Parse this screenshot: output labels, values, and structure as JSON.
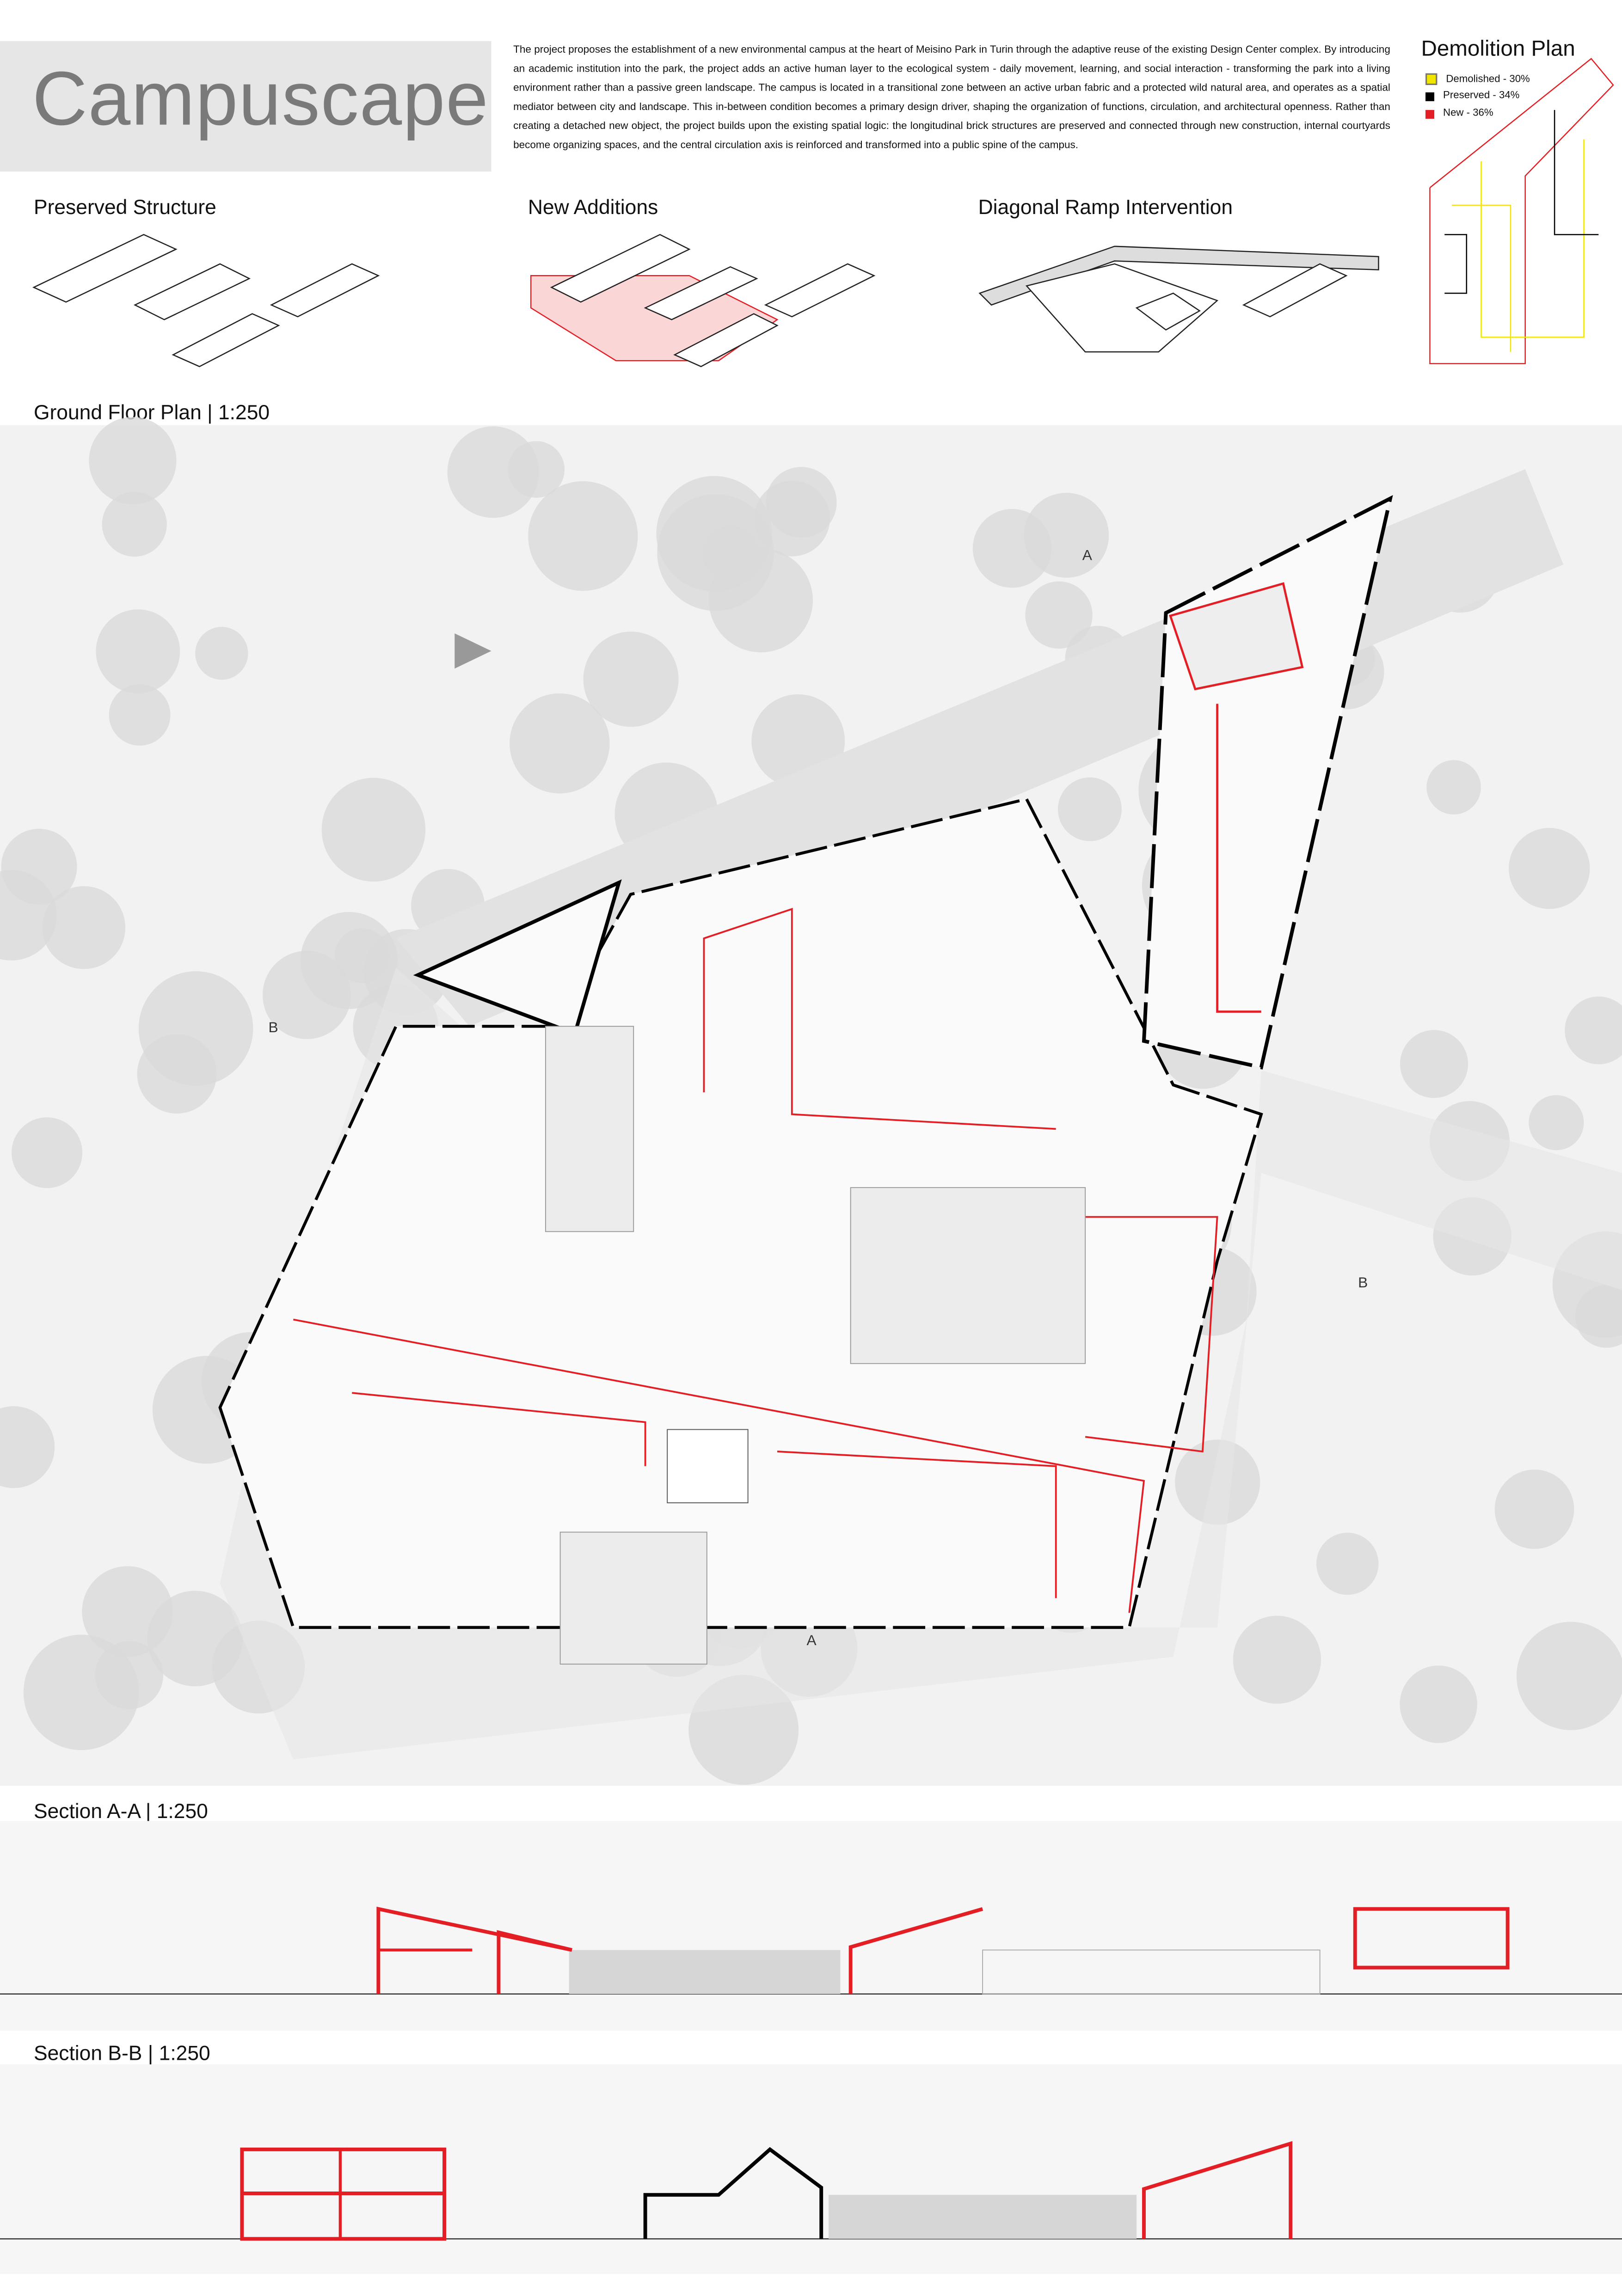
{
  "header": {
    "title": "Campuscape",
    "description": "The project proposes the establishment of a new environmental campus at the heart of Meisino Park in Turin through the adaptive reuse of the existing Design Center complex. By introducing an academic institution into the park, the project adds an active human layer to the ecological system - daily movement, learning, and social interaction - transforming the park into a living environment rather than a passive green landscape. The campus is located in a transitional zone between an active urban fabric and a protected wild natural area, and operates as a spatial mediator between city and landscape. This in-between condition becomes a primary design driver, shaping the organization of functions, circulation, and architectural openness. Rather than creating a detached new object, the project builds upon the existing spatial logic: the longitudinal brick structures are preserved and connected through new construction, internal courtyards become organizing spaces, and the central circulation axis is reinforced and transformed into a public spine of the campus."
  },
  "demolition_plan": {
    "title": "Demolition Plan",
    "legend": [
      {
        "label": "Demolished - 30%",
        "color": "#f2e600",
        "percent": 30
      },
      {
        "label": "Preserved - 34%",
        "color": "#000000",
        "percent": 34
      },
      {
        "label": "New - 36%",
        "color": "#e31e24",
        "percent": 36
      }
    ]
  },
  "diagrams": [
    {
      "title": "Preserved Structure"
    },
    {
      "title": "New Additions"
    },
    {
      "title": "Diagonal Ramp Intervention"
    }
  ],
  "plan": {
    "title": "Ground Floor Plan | 1:250",
    "section_markers": [
      "A",
      "A",
      "B",
      "B"
    ]
  },
  "sections": [
    {
      "title": "Section A-A | 1:250"
    },
    {
      "title": "Section B-B | 1:250"
    }
  ],
  "colors": {
    "new": "#e31e24",
    "preserved": "#000000",
    "ground": "#e8e8e8",
    "title_box": "#e6e6e6"
  }
}
